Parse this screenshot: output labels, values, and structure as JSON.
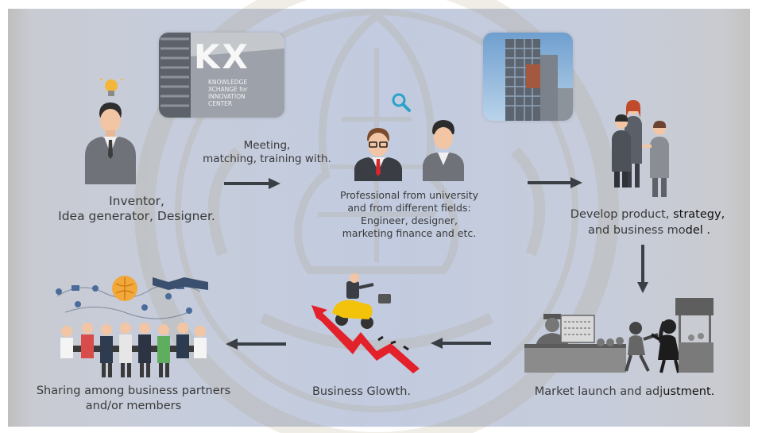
{
  "colors": {
    "background": "#c2cbdf",
    "text": "#3a3a3a",
    "text_dark": "#111111",
    "arrow": "#3a3f46",
    "growth_arrow": "#e3212b",
    "scooter": "#f3c20b"
  },
  "icons": [
    "lightbulb-icon",
    "inventor-person-icon",
    "kx-building-photo",
    "magnifier-icon",
    "professional-glasses-icon",
    "professional-person-icon",
    "office-tower-photo",
    "business-team-icon",
    "market-stall-icon",
    "growth-arrow-icon",
    "scooter-businessman-icon",
    "team-network-icon"
  ],
  "kx_sign": {
    "logo": "KX",
    "line1": "KNOWLEDGE",
    "line2": "XCHANGE for",
    "line3": "INNOVATION",
    "line4": "CENTER"
  },
  "steps": {
    "inventor": {
      "line1": "Inventor,",
      "line2": "Idea generator, Designer."
    },
    "meeting": {
      "line1": "Meeting,",
      "line2": "matching, training with."
    },
    "professional": {
      "line1": "Professional from university",
      "line2": "and from different fields:",
      "line3": "Engineer, designer,",
      "line4": "marketing finance and etc."
    },
    "develop": {
      "line1_part1": "Develop product, ",
      "line1_part2": "strategy,",
      "line2_part1": "and business mo",
      "line2_part2": "del ."
    },
    "market": {
      "part1": "Market launch and adj",
      "part2": "ustment."
    },
    "growth": {
      "label": "Business Glowth."
    },
    "sharing": {
      "line1": "Sharing among business partners",
      "line2": "and/or members"
    }
  }
}
